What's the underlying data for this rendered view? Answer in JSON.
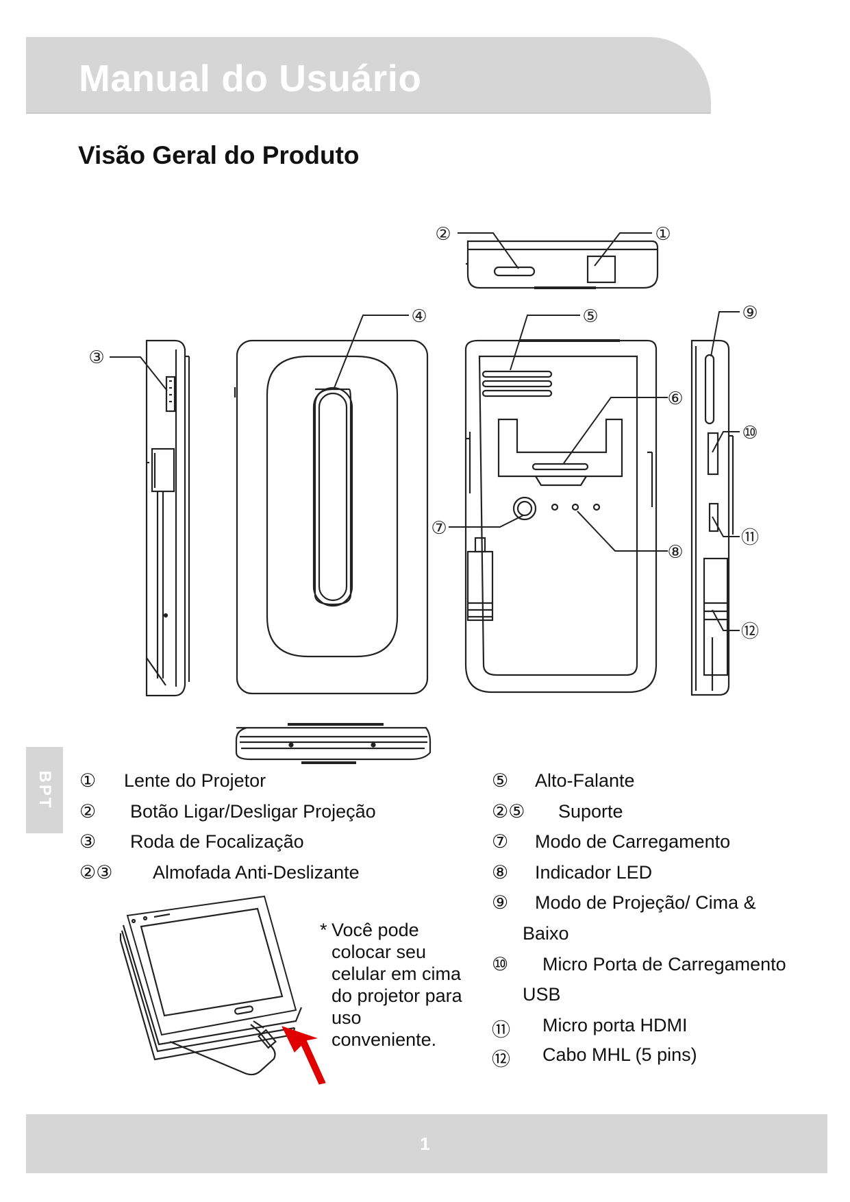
{
  "header": {
    "title": "Manual do Usuário"
  },
  "section": {
    "title": "Visão Geral do Produto"
  },
  "side_tab": {
    "label": "BPT"
  },
  "diagram": {
    "callouts": [
      "①",
      "②",
      "③",
      "④",
      "⑤",
      "⑥",
      "⑦",
      "⑧",
      "⑨",
      "⑩",
      "⑪",
      "⑫"
    ]
  },
  "legend": {
    "left": [
      {
        "num": "①",
        "label": "Lente do Projetor"
      },
      {
        "num": "②",
        "label": "Botão Ligar/Desligar Projeção"
      },
      {
        "num": "③",
        "label": "Roda de Focalização"
      },
      {
        "num": "②③",
        "label": "Almofada Anti-Deslizante"
      }
    ],
    "right": [
      {
        "num": "⑤",
        "label": "Alto-Falante"
      },
      {
        "num": "②⑤",
        "label": "Suporte"
      },
      {
        "num": "⑦",
        "label": "Modo de Carregamento"
      },
      {
        "num": "⑧",
        "label": "Indicador LED"
      },
      {
        "num": "⑨",
        "label": "Modo de Projeção/ Cima &",
        "cont": "Baixo"
      },
      {
        "num": "⑩",
        "label": "Micro Porta de Carregamento",
        "cont": "USB"
      },
      {
        "num": "⑪",
        "label": "Micro porta HDMI"
      },
      {
        "num": "⑫",
        "label": "Cabo MHL (5 pins)"
      }
    ]
  },
  "note": {
    "star": "*",
    "lines": [
      "Você pode",
      "colocar seu",
      "celular em cima",
      "do projetor para",
      "uso",
      "conveniente."
    ]
  },
  "footer": {
    "page_number": "1"
  }
}
